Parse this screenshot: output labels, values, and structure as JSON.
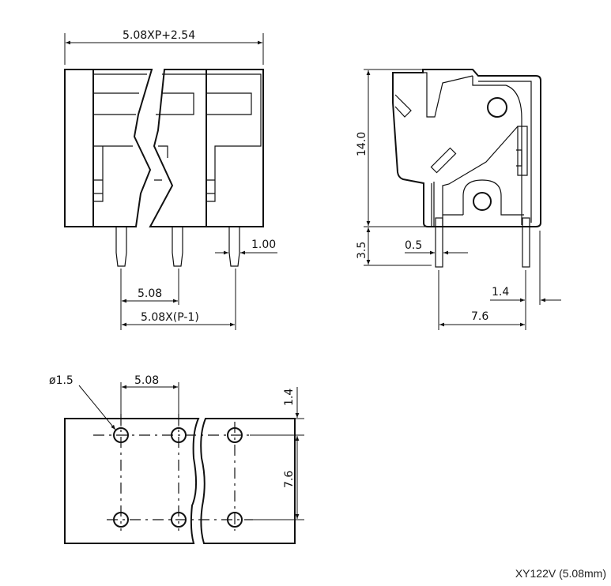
{
  "front_view": {
    "overall_width": "5.08XP+2.54",
    "pin_width": "1.00",
    "pitch": "5.08",
    "pin_span": "5.08X(P-1)"
  },
  "side_view": {
    "height": "14.0",
    "pin_length": "3.5",
    "pin_thickness": "0.5",
    "pin_offset": "1.4",
    "pin_spacing": "7.6"
  },
  "bottom_view": {
    "hole_diameter": "ø1.5",
    "pitch": "5.08",
    "edge_offset": "1.4",
    "row_spacing": "7.6"
  },
  "caption": "XY122V (5.08mm)"
}
